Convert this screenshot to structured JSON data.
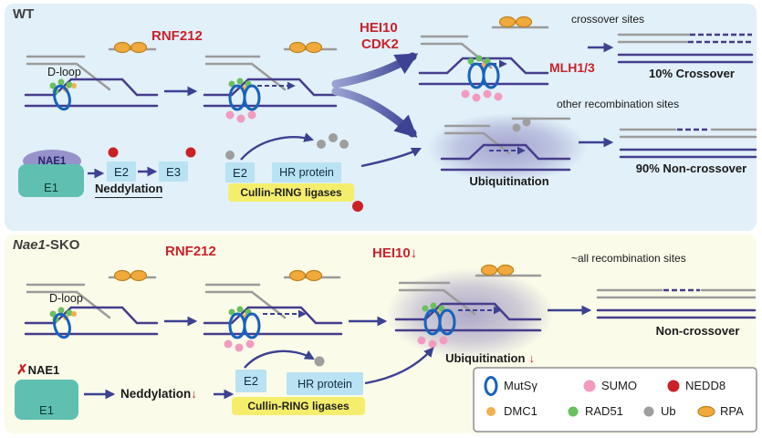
{
  "wt": {
    "panel_label": "WT",
    "d_loop": "D-loop",
    "rnf212": "RNF212",
    "hei10": "HEI10",
    "cdk2": "CDK2",
    "crossover_sites": "crossover sites",
    "mlh13": "MLH1/3",
    "crossover_pct": "10% Crossover",
    "other_sites": "other recombination sites",
    "ubiquitination": "Ubiquitination",
    "noncrossover_pct": "90% Non-crossover",
    "nae1": "NAE1",
    "e1": "E1",
    "e2": "E2",
    "e3": "E3",
    "neddylation": "Neddylation",
    "e2_second": "E2",
    "hr_protein": "HR protein",
    "cullin_ring": "Cullin-RING ligases"
  },
  "sko": {
    "gene": "Nae1",
    "suffix": "-SKO",
    "d_loop": "D-loop",
    "rnf212": "RNF212",
    "hei10": "HEI10",
    "down": "↓",
    "all_sites": "~all recombination sites",
    "ubiquitination": "Ubiquitination",
    "noncrossover": "Non-crossover",
    "cross": "✗",
    "nae1": "NAE1",
    "e1": "E1",
    "neddylation": "Neddylation",
    "e2": "E2",
    "hr_protein": "HR protein",
    "cullin_ring": "Cullin-RING ligases"
  },
  "legend": {
    "mutsg": "MutSγ",
    "sumo": "SUMO",
    "nedd8": "NEDD8",
    "dmc1": "DMC1",
    "rad51": "RAD51",
    "ub": "Ub",
    "rpa": "RPA"
  },
  "colors": {
    "wt_bg": "#e1f0f9",
    "sko_bg": "#fbfbe9",
    "dna_purple": "#453d8c",
    "dna_gray": "#9b9b9b",
    "accent_red": "#c8232b",
    "arrow_navy": "#3c4192",
    "mutsg_blue": "#1663bd",
    "sumo_pink": "#f29bbf",
    "nedd8_red": "#cc2027",
    "dmc1_orange": "#f0b050",
    "rad51_green": "#6abf5e",
    "ub_gray": "#9e9e9e",
    "rpa_orange": "#f2a93b",
    "e1_teal": "#5fc0b1",
    "enzyme_box_blue": "#b9e2f3",
    "cullin_yellow": "#f5ee6d",
    "nae1_purple": "#9793ca"
  }
}
